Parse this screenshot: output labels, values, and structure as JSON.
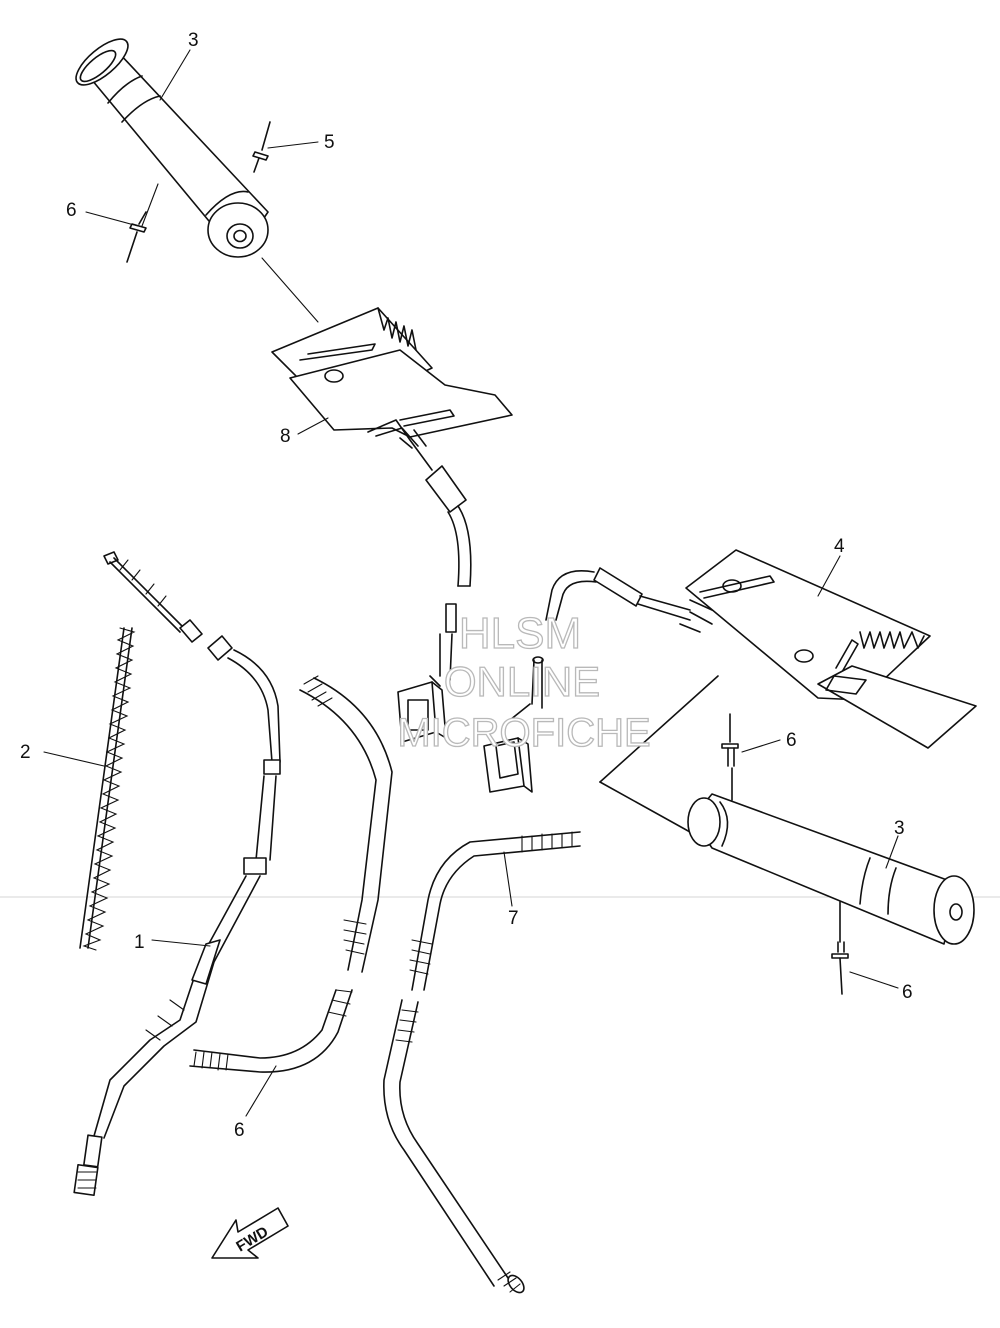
{
  "callouts": [
    {
      "id": "c1",
      "label": "1"
    },
    {
      "id": "c2",
      "label": "2"
    },
    {
      "id": "c3a",
      "label": "3"
    },
    {
      "id": "c3b",
      "label": "3"
    },
    {
      "id": "c4",
      "label": "4"
    },
    {
      "id": "c5",
      "label": "5"
    },
    {
      "id": "c6a",
      "label": "6"
    },
    {
      "id": "c6b",
      "label": "6"
    },
    {
      "id": "c6c",
      "label": "6"
    },
    {
      "id": "c6d",
      "label": "6"
    },
    {
      "id": "c7",
      "label": "7"
    },
    {
      "id": "c8",
      "label": "8"
    }
  ],
  "watermark": {
    "line1": "HLSM",
    "line2": "ONLINE",
    "line3": "MICROFICHE"
  },
  "direction_marker": {
    "label": "FWD",
    "icon": "fwd-arrow-icon"
  },
  "colors": {
    "line": "#111111",
    "background": "#ffffff",
    "watermark_outline": "#b9b9b9"
  }
}
